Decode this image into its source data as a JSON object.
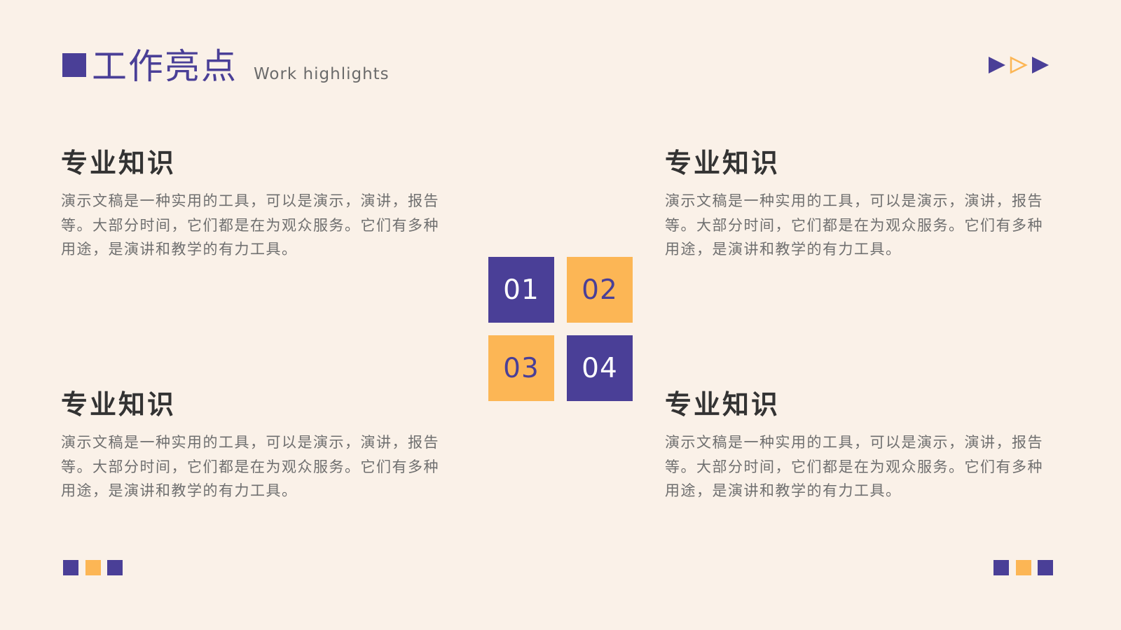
{
  "header": {
    "title": "工作亮点",
    "subtitle": "Work highlights"
  },
  "colors": {
    "background": "#faf1e8",
    "primary": "#4a3f97",
    "accent": "#fcb655",
    "heading_text": "#333333",
    "body_text": "#6f6f6f"
  },
  "decorations": {
    "top_right_icons": [
      "play-filled-icon",
      "play-outline-icon",
      "play-filled-icon"
    ],
    "bottom_squares": [
      "purple",
      "orange",
      "purple"
    ]
  },
  "sections": [
    {
      "heading": "专业知识",
      "body": "演示文稿是一种实用的工具，可以是演示，演讲，报告等。大部分时间，它们都是在为观众服务。它们有多种用途，是演讲和教学的有力工具。"
    },
    {
      "heading": "专业知识",
      "body": "演示文稿是一种实用的工具，可以是演示，演讲，报告等。大部分时间，它们都是在为观众服务。它们有多种用途，是演讲和教学的有力工具。"
    },
    {
      "heading": "专业知识",
      "body": "演示文稿是一种实用的工具，可以是演示，演讲，报告等。大部分时间，它们都是在为观众服务。它们有多种用途，是演讲和教学的有力工具。"
    },
    {
      "heading": "专业知识",
      "body": "演示文稿是一种实用的工具，可以是演示，演讲，报告等。大部分时间，它们都是在为观众服务。它们有多种用途，是演讲和教学的有力工具。"
    }
  ],
  "tiles": [
    {
      "number": "01",
      "color": "purple"
    },
    {
      "number": "02",
      "color": "orange"
    },
    {
      "number": "03",
      "color": "orange"
    },
    {
      "number": "04",
      "color": "purple"
    }
  ]
}
